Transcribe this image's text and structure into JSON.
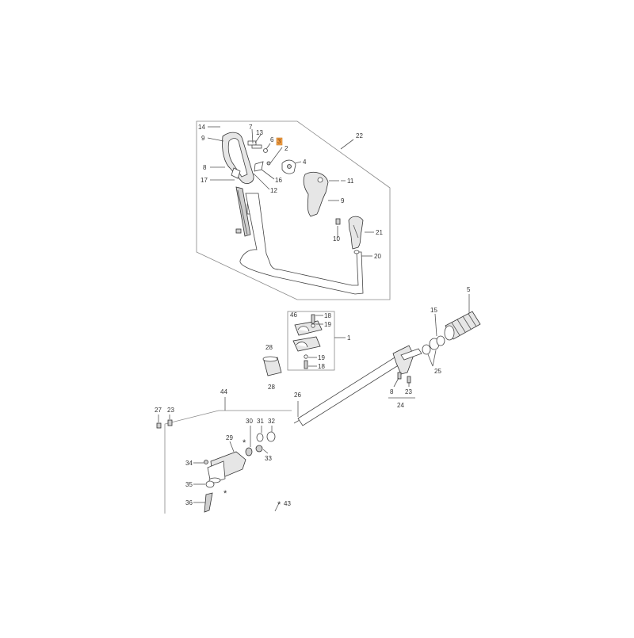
{
  "highlight_color": "#f4a24a",
  "labels": {
    "n14": "14",
    "n9a": "9",
    "n8a": "8",
    "n17": "17",
    "n7": "7",
    "n13": "13",
    "n6": "6",
    "n3": "3",
    "n2": "2",
    "n4": "4",
    "n16": "16",
    "n12": "12",
    "n11": "11",
    "n9b": "9",
    "n10": "10",
    "n21": "21",
    "n20": "20",
    "n22": "22",
    "n46": "46",
    "n18a": "18",
    "n19a": "19",
    "n1": "1",
    "n19b": "19",
    "n18b": "18",
    "n28a": "28",
    "n28b": "28",
    "n5": "5",
    "n15": "15",
    "n25": "25",
    "n26": "26",
    "n8b": "8",
    "n23a": "23",
    "n24": "24",
    "n27": "27",
    "n23b": "23",
    "n44": "44",
    "n30": "30",
    "n31": "31",
    "n32": "32",
    "n29": "29",
    "n33": "33",
    "n34": "34",
    "n35": "35",
    "n36": "36",
    "n43": "43",
    "star1": "*",
    "star2": "*",
    "star3": "*"
  }
}
